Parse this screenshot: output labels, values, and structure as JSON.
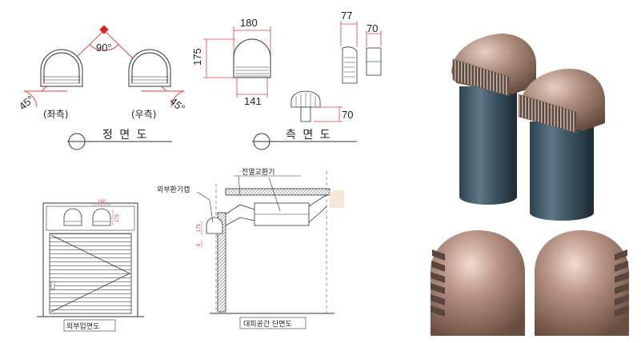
{
  "front": {
    "angle_top": "90°",
    "angle_left": "45°",
    "angle_right": "45°",
    "label_left": "(좌측)",
    "label_right": "(우측)",
    "title": "정 면 도"
  },
  "side": {
    "dim_width": "180",
    "dim_height": "175",
    "dim_bottom": "141",
    "dim_depth_top": "77",
    "dim_depth": "70",
    "dim_small": "70",
    "title": "측 면 도"
  },
  "elevation": {
    "dim_w": "180",
    "dim_h": "175",
    "caption": "외부입면도"
  },
  "section": {
    "label_cap": "외부환기캡",
    "label_erv": "전열교환기",
    "dim_175": "175",
    "dim_8": "8",
    "caption": "대피공간 단면도"
  },
  "colors": {
    "dimension_red": "#e04040",
    "product_brown": "#9a7a6a",
    "product_blue": "#3f5a6a"
  }
}
